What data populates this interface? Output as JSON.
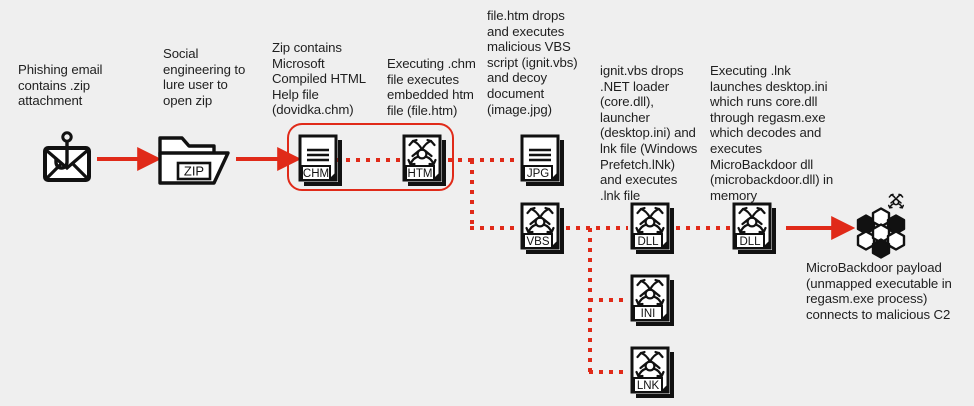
{
  "diagram": {
    "title": "Phishing to MicroBackdoor infection chain",
    "background_color": "#efefef",
    "accent_color": "#e02a19",
    "ink_color": "#111111",
    "captions": [
      {
        "id": "caption-phishing-email",
        "text": "Phishing email\ncontains .zip\nattachment"
      },
      {
        "id": "caption-social-engineering",
        "text": "Social\nengineering to\nlure user to\nopen zip"
      },
      {
        "id": "caption-zip-contains-chm",
        "text": "Zip contains\nMicrosoft\nCompiled HTML\nHelp file\n(dovidka.chm)"
      },
      {
        "id": "caption-chm-executes-htm",
        "text": "Executing .chm\nfile executes\nembedded htm\nfile (file.htm)"
      },
      {
        "id": "caption-htm-drops-vbs",
        "text": "file.htm drops\nand executes\nmalicious VBS\nscript (ignit.vbs)\nand decoy\ndocument\n(image.jpg)"
      },
      {
        "id": "caption-vbs-drops-loader",
        "text": "ignit.vbs drops\n.NET loader\n(core.dll),\nlauncher\n(desktop.ini) and\nlnk file (Windows\nPrefetch.lNk)\nand executes\n.lnk file"
      },
      {
        "id": "caption-lnk-launches-ini",
        "text": "Executing .lnk\nlaunches desktop.ini\nwhich runs core.dll\nthrough regasm.exe\nwhich decodes and\nexecutes\nMicroBackdoor dll\n(microbackdoor.dll) in\nmemory"
      },
      {
        "id": "caption-microbackdoor-payload",
        "text": "MicroBackdoor payload\n(unmapped executable in\nregasm.exe process)\nconnects to malicious C2"
      }
    ],
    "nodes": [
      {
        "id": "node-phishing-email",
        "icon": "phishing-envelope-icon",
        "label": ""
      },
      {
        "id": "node-zip-folder",
        "icon": "zip-folder-icon",
        "label": "ZIP"
      },
      {
        "id": "node-chm-file",
        "icon": "document-file-icon",
        "label": "CHM"
      },
      {
        "id": "node-htm-file",
        "icon": "biohazard-file-icon",
        "label": "HTM"
      },
      {
        "id": "node-jpg-file",
        "icon": "document-file-icon",
        "label": "JPG"
      },
      {
        "id": "node-vbs-file",
        "icon": "biohazard-file-icon",
        "label": "VBS"
      },
      {
        "id": "node-dll-core-file",
        "icon": "biohazard-file-icon",
        "label": "DLL"
      },
      {
        "id": "node-ini-file",
        "icon": "biohazard-file-icon",
        "label": "INI"
      },
      {
        "id": "node-lnk-file",
        "icon": "biohazard-file-icon",
        "label": "LNK"
      },
      {
        "id": "node-dll-microbackdoor-file",
        "icon": "biohazard-file-icon",
        "label": "DLL"
      },
      {
        "id": "node-payload-memory",
        "icon": "hex-memory-biohazard-icon",
        "label": ""
      }
    ],
    "highlight_box": {
      "id": "chm-htm-highlight-box",
      "stroke": "#e02a19"
    },
    "connectors": [
      {
        "id": "arrow-email-to-zip",
        "style": "solid-arrow"
      },
      {
        "id": "arrow-zip-to-chm",
        "style": "solid-arrow"
      },
      {
        "id": "dotted-chm-to-htm",
        "style": "dotted"
      },
      {
        "id": "dotted-htm-to-jpg",
        "style": "dotted"
      },
      {
        "id": "dotted-htm-to-vbs",
        "style": "dotted"
      },
      {
        "id": "dotted-vbs-to-dll",
        "style": "dotted"
      },
      {
        "id": "dotted-vbs-to-ini",
        "style": "dotted"
      },
      {
        "id": "dotted-vbs-to-lnk",
        "style": "dotted"
      },
      {
        "id": "dotted-dll-to-dll",
        "style": "dotted"
      },
      {
        "id": "arrow-dll-to-payload",
        "style": "solid-arrow"
      }
    ]
  }
}
